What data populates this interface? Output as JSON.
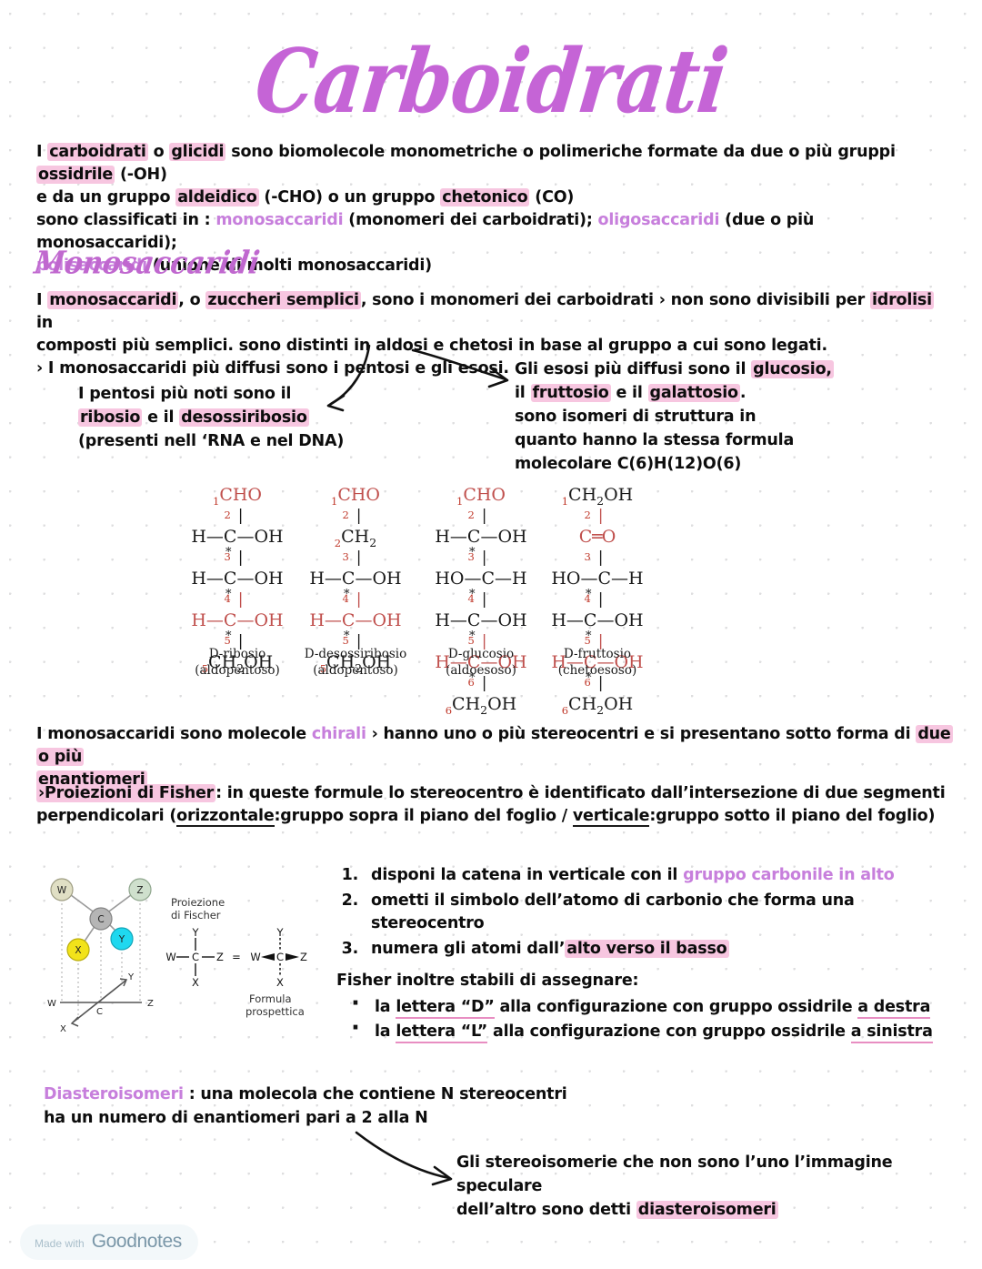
{
  "title": "Carboidrati",
  "intro": {
    "line1": [
      {
        "t": "I ",
        "s": "plain"
      },
      {
        "t": "carboidrati",
        "s": "hl"
      },
      {
        "t": " o ",
        "s": "plain"
      },
      {
        "t": "glicidi",
        "s": "hl"
      },
      {
        "t": " sono biomolecole monometriche o polimeriche formate da due o più gruppi ",
        "s": "plain"
      },
      {
        "t": "ossidrile",
        "s": "hl"
      },
      {
        "t": " (-OH)",
        "s": "plain"
      }
    ],
    "line2": [
      {
        "t": "e da un gruppo ",
        "s": "plain"
      },
      {
        "t": "aldeidico",
        "s": "hl"
      },
      {
        "t": " (-CHO) o un gruppo ",
        "s": "plain"
      },
      {
        "t": "chetonico",
        "s": "hl"
      },
      {
        "t": " (CO)",
        "s": "plain"
      }
    ],
    "line3": [
      {
        "t": "sono classificati in : ",
        "s": "plain"
      },
      {
        "t": "monosaccaridi",
        "s": "purple"
      },
      {
        "t": " (monomeri dei carboidrati); ",
        "s": "plain"
      },
      {
        "t": "oligosaccaridi",
        "s": "purple"
      },
      {
        "t": " (due o più monosaccaridi);",
        "s": "plain"
      }
    ],
    "line4": [
      {
        "t": "polisaccaridi",
        "s": "purple"
      },
      {
        "t": " (unione di molti monosaccaridi)",
        "s": "plain"
      }
    ]
  },
  "section_monosaccaridi": "Monosaccaridi",
  "mono": {
    "line1": [
      {
        "t": "I ",
        "s": "plain"
      },
      {
        "t": "monosaccaridi",
        "s": "hl"
      },
      {
        "t": ", o ",
        "s": "plain"
      },
      {
        "t": "zuccheri semplici",
        "s": "hl"
      },
      {
        "t": ", sono i monomeri dei carboidrati › non sono divisibili per ",
        "s": "plain"
      },
      {
        "t": "idrolisi",
        "s": "hl"
      },
      {
        "t": " in",
        "s": "plain"
      }
    ],
    "line2": [
      {
        "t": "composti più semplici. sono distinti in aldosi e chetosi in base al gruppo a cui sono legati.",
        "s": "plain"
      }
    ],
    "line3": [
      {
        "t": "› I monosaccaridi più diffusi sono i pentosi e gli esosi.",
        "s": "plain"
      }
    ]
  },
  "callout_pentosi": {
    "line1": [
      {
        "t": "I pentosi più noti sono il",
        "s": "plain"
      }
    ],
    "line2": [
      {
        "t": "ribosio",
        "s": "hl"
      },
      {
        "t": " e il ",
        "s": "plain"
      },
      {
        "t": "desossiribosio",
        "s": "hl"
      }
    ],
    "line3": [
      {
        "t": "(presenti nell ‘RNA e nel DNA)",
        "s": "plain"
      }
    ]
  },
  "callout_esosi": {
    "line1": [
      {
        "t": "Gli esosi più diffusi sono il ",
        "s": "plain"
      },
      {
        "t": "glucosio,",
        "s": "hl"
      }
    ],
    "line2": [
      {
        "t": "il ",
        "s": "plain"
      },
      {
        "t": "fruttosio",
        "s": "hl"
      },
      {
        "t": " e il ",
        "s": "plain"
      },
      {
        "t": "galattosio",
        "s": "hl"
      },
      {
        "t": ".",
        "s": "plain"
      }
    ],
    "line3": [
      {
        "t": "sono isomeri di struttura in",
        "s": "plain"
      }
    ],
    "line4": [
      {
        "t": "quanto hanno la stessa formula",
        "s": "plain"
      }
    ],
    "line5": [
      {
        "t": "molecolare C(6)H(12)O(6)",
        "s": "plain"
      }
    ]
  },
  "molecules": [
    {
      "name": "D-ribosio",
      "type": "(aldopentoso)",
      "rows": [
        {
          "num": "1",
          "left": "",
          "center": "CHO",
          "right": "",
          "color": "red",
          "single": true
        },
        {
          "num": "2",
          "left": "H",
          "center": "C",
          "right": "OH",
          "color": "black",
          "star": true
        },
        {
          "num": "3",
          "left": "H",
          "center": "C",
          "right": "OH",
          "color": "black",
          "star": true
        },
        {
          "num": "4",
          "left": "H",
          "center": "C",
          "right": "OH",
          "color": "red",
          "star": true
        },
        {
          "num": "5",
          "left": "",
          "center": "CH2OH",
          "right": "",
          "color": "black",
          "single": true
        }
      ]
    },
    {
      "name": "D-desossiribosio",
      "type": "(aldopentoso)",
      "rows": [
        {
          "num": "1",
          "left": "",
          "center": "CHO",
          "right": "",
          "color": "red",
          "single": true
        },
        {
          "num": "2",
          "left": "",
          "center": "CH2",
          "right": "",
          "color": "black",
          "single": true
        },
        {
          "num": "3",
          "left": "H",
          "center": "C",
          "right": "OH",
          "color": "black",
          "star": true
        },
        {
          "num": "4",
          "left": "H",
          "center": "C",
          "right": "OH",
          "color": "red",
          "star": true
        },
        {
          "num": "5",
          "left": "",
          "center": "CH2OH",
          "right": "",
          "color": "black",
          "single": true
        }
      ]
    },
    {
      "name": "D-glucosio",
      "type": "(aldoesoso)",
      "rows": [
        {
          "num": "1",
          "left": "",
          "center": "CHO",
          "right": "",
          "color": "red",
          "single": true
        },
        {
          "num": "2",
          "left": "H",
          "center": "C",
          "right": "OH",
          "color": "black",
          "star": true
        },
        {
          "num": "3",
          "left": "HO",
          "center": "C",
          "right": "H",
          "color": "black",
          "star": true
        },
        {
          "num": "4",
          "left": "H",
          "center": "C",
          "right": "OH",
          "color": "black",
          "star": true
        },
        {
          "num": "5",
          "left": "H",
          "center": "C",
          "right": "OH",
          "color": "red",
          "star": true
        },
        {
          "num": "6",
          "left": "",
          "center": "CH2OH",
          "right": "",
          "color": "black",
          "single": true
        }
      ]
    },
    {
      "name": "D-fruttosio",
      "type": "(chetoesoso)",
      "rows": [
        {
          "num": "1",
          "left": "",
          "center": "CH2OH",
          "right": "",
          "color": "black",
          "single": true
        },
        {
          "num": "2",
          "left": "",
          "center": "C",
          "right": "O",
          "color": "red",
          "dbl": true
        },
        {
          "num": "3",
          "left": "HO",
          "center": "C",
          "right": "H",
          "color": "black",
          "star": true
        },
        {
          "num": "4",
          "left": "H",
          "center": "C",
          "right": "OH",
          "color": "black",
          "star": true
        },
        {
          "num": "5",
          "left": "H",
          "center": "C",
          "right": "OH",
          "color": "red",
          "star": true
        },
        {
          "num": "6",
          "left": "",
          "center": "CH2OH",
          "right": "",
          "color": "black",
          "single": true
        }
      ]
    }
  ],
  "chirali": {
    "line1": [
      {
        "t": "I monosaccaridi sono molecole ",
        "s": "plain"
      },
      {
        "t": "chirali",
        "s": "purple"
      },
      {
        "t": " › hanno uno o più stereocentri e si presentano sotto forma di ",
        "s": "plain"
      },
      {
        "t": "due o più",
        "s": "hl"
      }
    ],
    "line2": [
      {
        "t": "enantiomeri",
        "s": "hl"
      }
    ]
  },
  "fisher_def": {
    "line1": [
      {
        "t": "›Proiezioni di Fisher",
        "s": "hl"
      },
      {
        "t": ": in queste formule lo stereocentro è identificato dall’intersezione di due segmenti",
        "s": "plain"
      }
    ],
    "line2": [
      {
        "t": "perpendicolari (",
        "s": "plain"
      },
      {
        "t": "orizzontale",
        "s": "ub"
      },
      {
        "t": ":gruppo sopra il piano del foglio / ",
        "s": "plain"
      },
      {
        "t": "verticale",
        "s": "ub"
      },
      {
        "t": ":gruppo sotto il piano del foglio)",
        "s": "plain"
      }
    ]
  },
  "fisher_figure": {
    "atoms": [
      "W",
      "Z",
      "C",
      "X",
      "Y"
    ],
    "axis_labels": [
      "W",
      "Z",
      "C",
      "X",
      "Y"
    ],
    "colors": {
      "W": "#e0dfc4",
      "Z": "#cfe0cd",
      "C": "#b5b5b5",
      "X": "#f2e31a",
      "Y": "#1fd8ef"
    },
    "proiezione_label_l1": "Proiezione",
    "proiezione_label_l2": "di Fischer",
    "formula_label_l1": "Formula",
    "formula_label_l2": "prospettica",
    "eq": "=",
    "proj": {
      "top": "Y",
      "left": "W",
      "center": "C",
      "right": "Z",
      "bottom": "X"
    },
    "persp": {
      "top": "Y",
      "left": "W",
      "center": "C",
      "right": "Z",
      "bottom": "X"
    }
  },
  "steps": [
    [
      {
        "t": "disponi la catena in verticale con il ",
        "s": "plain"
      },
      {
        "t": "gruppo carbonile in alto",
        "s": "purple"
      }
    ],
    [
      {
        "t": "ometti il simbolo dell’atomo di carbonio che forma una stereocentro",
        "s": "plain"
      }
    ],
    [
      {
        "t": "numera gli atomi dall’",
        "s": "plain"
      },
      {
        "t": "alto verso il basso",
        "s": "hl"
      }
    ]
  ],
  "fisher_inoltre": {
    "heading": "Fisher inoltre stabili di assegnare:",
    "bullets": [
      [
        {
          "t": "la ",
          "s": "plain"
        },
        {
          "t": "lettera “D”",
          "s": "up"
        },
        {
          "t": " alla configurazione con gruppo ossidrile ",
          "s": "plain"
        },
        {
          "t": "a destra",
          "s": "up"
        }
      ],
      [
        {
          "t": "la ",
          "s": "plain"
        },
        {
          "t": "lettera “L”",
          "s": "up"
        },
        {
          "t": " alla configurazione con gruppo ossidrile ",
          "s": "plain"
        },
        {
          "t": "a sinistra",
          "s": "up"
        }
      ]
    ]
  },
  "diastereoisomeri": {
    "line1": [
      {
        "t": "Diasteroisomeri",
        "s": "purple"
      },
      {
        "t": " : una molecola che contiene N stereocentri",
        "s": "plain"
      }
    ],
    "line2": [
      {
        "t": "ha un numero di enantiomeri pari a 2 alla N",
        "s": "plain"
      }
    ]
  },
  "callout_stereo": {
    "line1": [
      {
        "t": "Gli stereoisomerie che non sono l’uno l’immagine speculare",
        "s": "plain"
      }
    ],
    "line2": [
      {
        "t": "dell’altro sono detti ",
        "s": "plain"
      },
      {
        "t": "diasteroisomeri",
        "s": "hl"
      }
    ]
  },
  "watermark": {
    "made_with": "Made with",
    "brand": "Goodnotes"
  },
  "colors": {
    "title_purple": "#c564d6",
    "highlight_pink": "#f7c6e0",
    "accent_purple": "#c77fdc",
    "chem_red": "#c0504d",
    "dot_grid": "#dededf"
  }
}
